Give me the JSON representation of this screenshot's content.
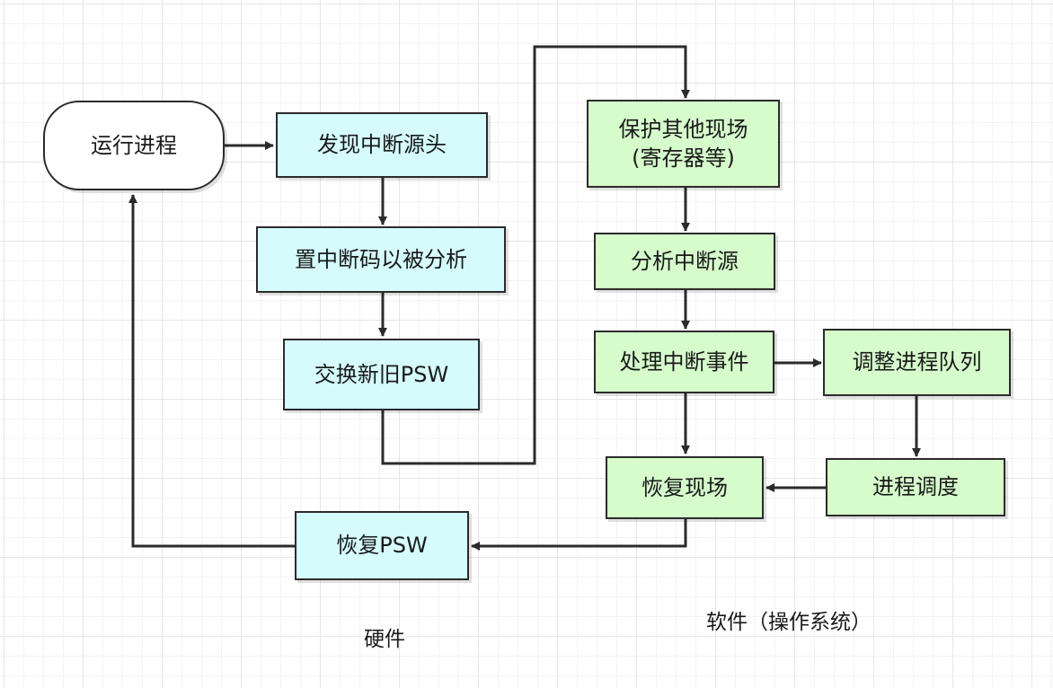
{
  "nodes": {
    "running_process": "运行进程",
    "find_interrupt_source": "发现中断源头",
    "set_interrupt_code": "置中断码以被分析",
    "swap_psw": "交换新旧PSW",
    "restore_psw": "恢复PSW",
    "save_context_line1": "保护其他现场",
    "save_context_line2": "(寄存器等)",
    "analyze_source": "分析中断源",
    "handle_event": "处理中断事件",
    "adjust_queue": "调整进程队列",
    "restore_context": "恢复现场",
    "schedule_process": "进程调度"
  },
  "labels": {
    "hardware": "硬件",
    "software": "软件（操作系统）"
  },
  "colors": {
    "hardware_fill": "#d5fbfd",
    "software_fill": "#d6fccc",
    "terminal_fill": "#ffffff",
    "line": "#2b2b2b"
  }
}
